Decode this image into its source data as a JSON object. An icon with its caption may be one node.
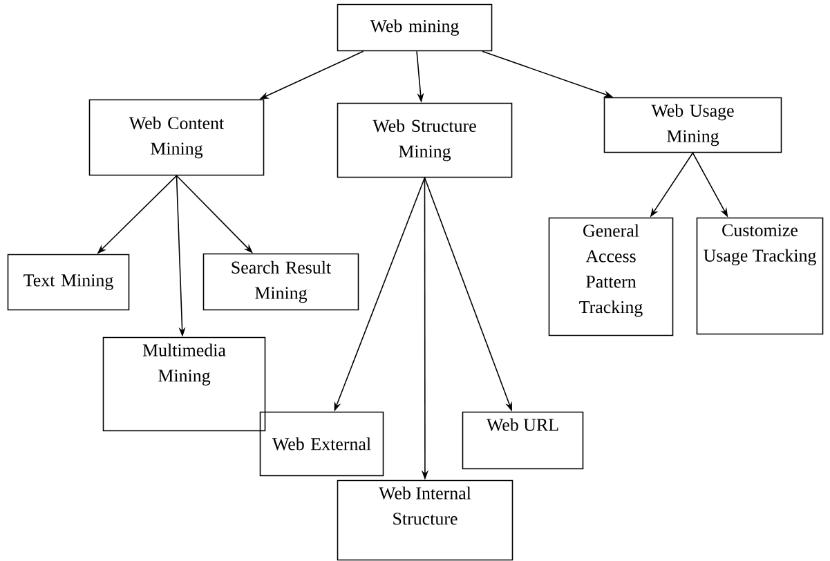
{
  "diagram": {
    "nodes": [
      {
        "text": [
          "Web mining"
        ]
      },
      {
        "text": [
          "Web Content Mining"
        ]
      },
      {
        "text": [
          "Web Structure Mining"
        ]
      },
      {
        "text": [
          "Web Usage Mining"
        ]
      },
      {
        "text": [
          "Text Mining"
        ]
      },
      {
        "text": [
          "Search Result Mining"
        ]
      },
      {
        "text": [
          "Multimedia Mining"
        ]
      },
      {
        "text": [
          "General Access Pattern Tracking"
        ]
      },
      {
        "text": [
          "Customize Usage Tracking"
        ]
      },
      {
        "text": [
          "Web External"
        ]
      },
      {
        "text": [
          "Web URL"
        ]
      },
      {
        "text": [
          "Web Internal Structure"
        ]
      }
    ],
    "edges": [
      {
        "from": 0,
        "to": 1,
        "arrow": "to"
      },
      {
        "from": 0,
        "to": 2,
        "arrow": "to"
      },
      {
        "from": 0,
        "to": 3,
        "arrow": "to"
      },
      {
        "from": 1,
        "to": 4,
        "arrow": "to"
      },
      {
        "from": 1,
        "to": 6,
        "arrow": "to"
      },
      {
        "from": 1,
        "to": 5,
        "arrow": "to"
      },
      {
        "from": 2,
        "to": 9,
        "arrow": "to"
      },
      {
        "from": 2,
        "to": 11,
        "arrow": "to"
      },
      {
        "from": 2,
        "to": 10,
        "arrow": "to"
      },
      {
        "from": 3,
        "to": 7,
        "arrow": "to"
      },
      {
        "from": 3,
        "to": 8,
        "arrow": "to"
      }
    ]
  }
}
